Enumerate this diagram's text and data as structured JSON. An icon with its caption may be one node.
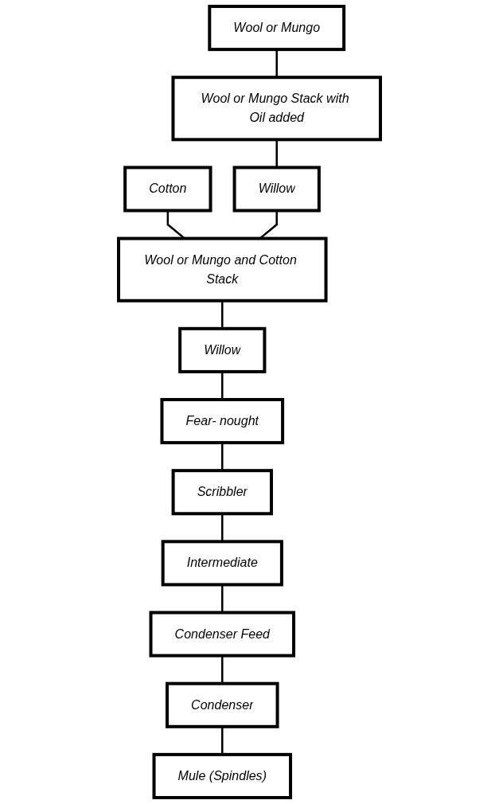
{
  "diagram": {
    "nodes": [
      {
        "text": [
          "Cotton"
        ]
      },
      {
        "text": [
          "Wool or Mungo"
        ]
      },
      {
        "text": [
          "Wool or Mungo Stack with Oil added"
        ]
      },
      {
        "text": [
          "Willow"
        ]
      },
      {
        "text": [
          "Wool or Mungo and Cotton Stack"
        ]
      },
      {
        "text": [
          "Willow"
        ]
      },
      {
        "text": [
          "Fear- nought"
        ]
      },
      {
        "text": [
          "Scribbler"
        ]
      },
      {
        "text": [
          "Intermediate"
        ]
      },
      {
        "text": [
          "Condenser Feed"
        ]
      },
      {
        "text": [
          "Condenser"
        ]
      },
      {
        "text": [
          "Mule (Spindles)"
        ]
      }
    ],
    "edges": [
      {
        "from": 0,
        "to": 4,
        "arrow": "none"
      },
      {
        "from": 1,
        "to": 2,
        "arrow": "none"
      },
      {
        "from": 2,
        "to": 3,
        "arrow": "none"
      },
      {
        "from": 3,
        "to": 4,
        "arrow": "none"
      },
      {
        "from": 4,
        "to": 5,
        "arrow": "none"
      },
      {
        "from": 5,
        "to": 6,
        "arrow": "none"
      },
      {
        "from": 6,
        "to": 7,
        "arrow": "none"
      },
      {
        "from": 7,
        "to": 8,
        "arrow": "none"
      },
      {
        "from": 8,
        "to": 9,
        "arrow": "none"
      },
      {
        "from": 9,
        "to": 10,
        "arrow": "none"
      },
      {
        "from": 10,
        "to": 11,
        "arrow": "none"
      }
    ]
  }
}
